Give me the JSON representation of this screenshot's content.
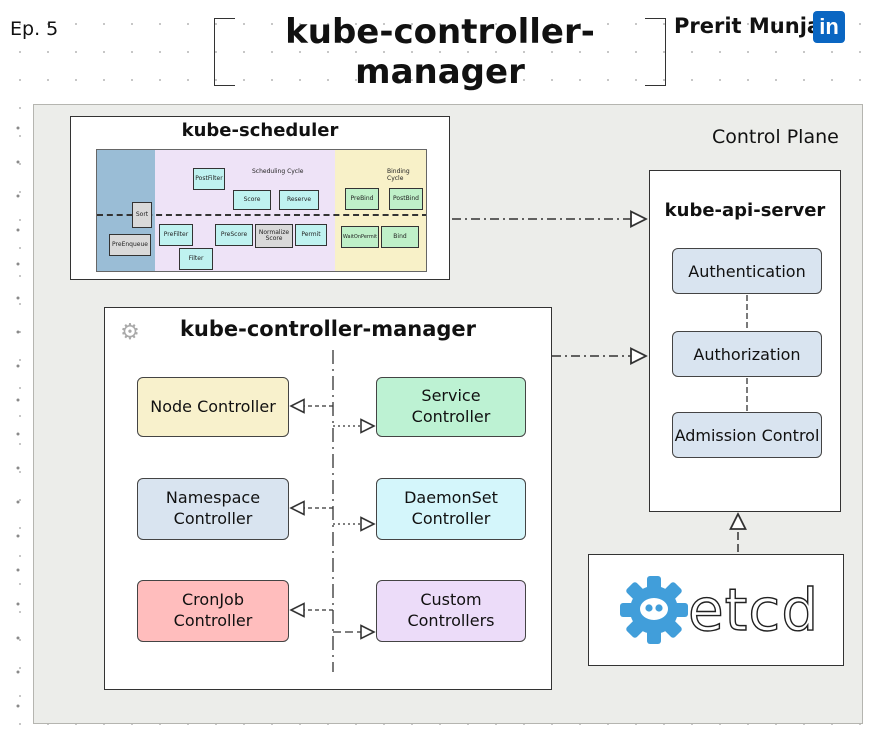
{
  "header": {
    "episode": "Ep. 5",
    "title": "kube-controller-manager",
    "author": "Prerit Munjal",
    "linkedin_glyph": "in",
    "linkedin_color": "#0a66c2"
  },
  "control_plane": {
    "label": "Control Plane"
  },
  "scheduler": {
    "title": "kube-scheduler",
    "scheduling_cycle": "Scheduling Cycle",
    "binding_cycle": "Binding Cycle",
    "stages": {
      "sort": "Sort",
      "pre_enqueue": "PreEnqueue",
      "post_filter": "PostFilter",
      "score": "Score",
      "reserve": "Reserve",
      "pre_filter": "PreFilter",
      "pre_score": "PreScore",
      "normalize_score": "Normalize Score",
      "permit": "Permit",
      "filter": "Filter",
      "pre_bind": "PreBind",
      "post_bind": "PostBind",
      "wait_on_permit": "WaitOnPermit",
      "bind": "Bind"
    }
  },
  "controller_manager": {
    "title": "kube-controller-manager",
    "controllers": {
      "node": "Node Controller",
      "service": "Service Controller",
      "namespace": "Namespace Controller",
      "daemonset": "DaemonSet Controller",
      "cronjob": "CronJob Controller",
      "custom": "Custom Controllers"
    },
    "colors": {
      "node": "#f8f1cc",
      "service": "#bdf2d3",
      "namespace": "#d9e4f0",
      "daemonset": "#d4f6fb",
      "cronjob": "#ffbdbd",
      "custom": "#ecdcf9"
    }
  },
  "api_server": {
    "title": "kube-api-server",
    "steps": {
      "authentication": "Authentication",
      "authorization": "Authorization",
      "admission": "Admission Control"
    }
  },
  "etcd": {
    "label": "etcd",
    "logo_color": "#419eda"
  }
}
